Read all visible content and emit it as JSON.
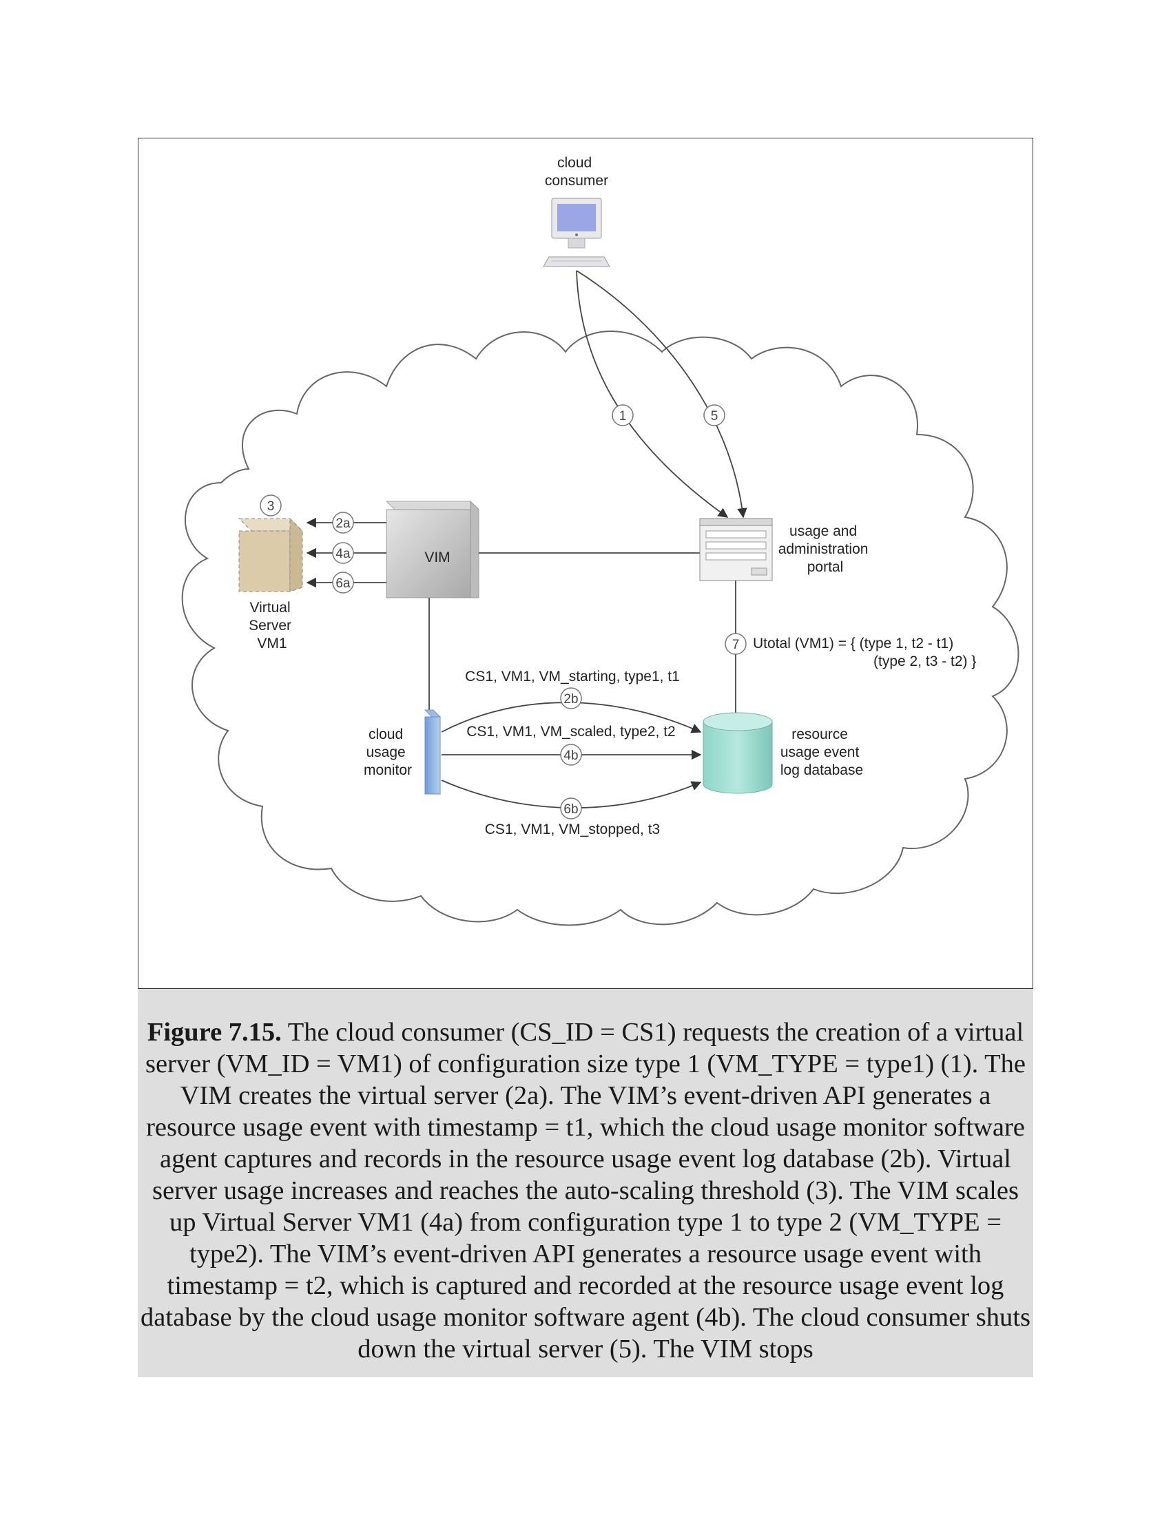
{
  "diagram": {
    "nodes": {
      "cloud_consumer": "cloud\nconsumer",
      "vim": "VIM",
      "virtual_server": "Virtual\nServer\nVM1",
      "portal": "usage and\nadministration\nportal",
      "monitor": "cloud\nusage\nmonitor",
      "database": "resource\nusage event\nlog database"
    },
    "step_markers": [
      "1",
      "5",
      "3",
      "2a",
      "4a",
      "6a",
      "7",
      "2b",
      "4b",
      "6b"
    ],
    "events": {
      "e2b": "CS1, VM1, VM_starting, type1, t1",
      "e4b": "CS1, VM1, VM_scaled, type2, t2",
      "e6b": "CS1, VM1, VM_stopped, t3"
    },
    "utotal_line1": "Utotal (VM1) = { (type 1, t2 - t1)",
    "utotal_line2": "(type 2, t3 - t2) }"
  },
  "caption": {
    "label": "Figure 7.15.",
    "body": " The cloud consumer (CS_ID = CS1) requests the creation of a virtual server (VM_ID = VM1) of configuration size type 1 (VM_TYPE = type1) (1). The VIM creates the virtual server (2a). The VIM’s event-driven API generates a resource usage event with timestamp = t1, which the cloud usage monitor software agent captures and records in the resource usage event log database (2b). Virtual server usage increases and reaches the auto-scaling threshold (3). The VIM scales up Virtual Server VM1 (4a) from configuration type 1 to type 2 (VM_TYPE = type2). The VIM’s event-driven API generates a resource usage event with timestamp = t2, which is captured and recorded at the resource usage event log database by the cloud usage monitor software agent (4b). The cloud consumer shuts down the virtual server (5). The VIM stops"
  }
}
